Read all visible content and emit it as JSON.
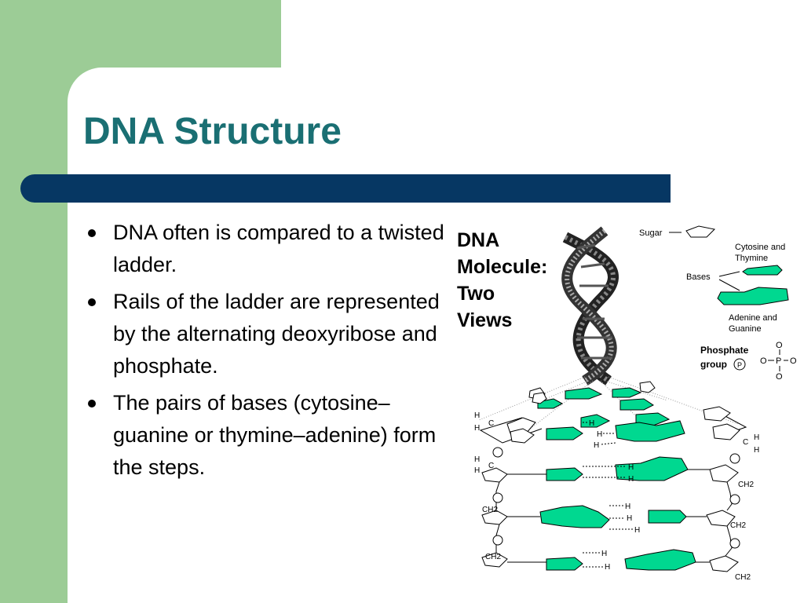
{
  "slide": {
    "title": "DNA Structure",
    "bullets": [
      "DNA often is compared to a twisted ladder.",
      "Rails of the ladder are represented by the alternating deoxyribose and phosphate.",
      "The pairs of bases (cytosine–guanine or thymine–adenine) form the steps."
    ]
  },
  "figure": {
    "heading_lines": [
      "DNA",
      "Molecule:",
      "Two",
      "Views"
    ],
    "legend": {
      "sugar": "Sugar",
      "cytosine_thymine": [
        "Cytosine and",
        "Thymine"
      ],
      "bases": "Bases",
      "adenine_guanine": [
        "Adenine and",
        "Guanine"
      ],
      "phosphate": [
        "Phosphate",
        "group"
      ],
      "phosphate_symbol": "P"
    },
    "chem": {
      "h": "H",
      "c": "C",
      "ch2": "CH2",
      "o": "O",
      "p": "P"
    },
    "colors": {
      "base": "#00d890",
      "outline": "#000000"
    }
  },
  "colors": {
    "title": "#1a6f73",
    "bar": "#063763",
    "panel": "#9ccc96"
  }
}
